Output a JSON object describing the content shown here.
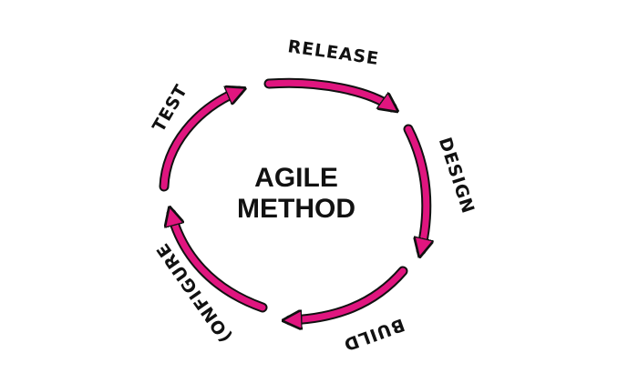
{
  "diagram": {
    "title_line1": "AGILE",
    "title_line2": "METHOD",
    "steps": [
      {
        "label": "RELEASE"
      },
      {
        "label": "DESIGN"
      },
      {
        "label": "BUILD"
      },
      {
        "label": "(ONFIGURE"
      },
      {
        "label": "TEST"
      }
    ],
    "colors": {
      "arrow_fill": "#e0157f",
      "outline": "#111111",
      "text": "#111111",
      "background": "#ffffff"
    }
  }
}
